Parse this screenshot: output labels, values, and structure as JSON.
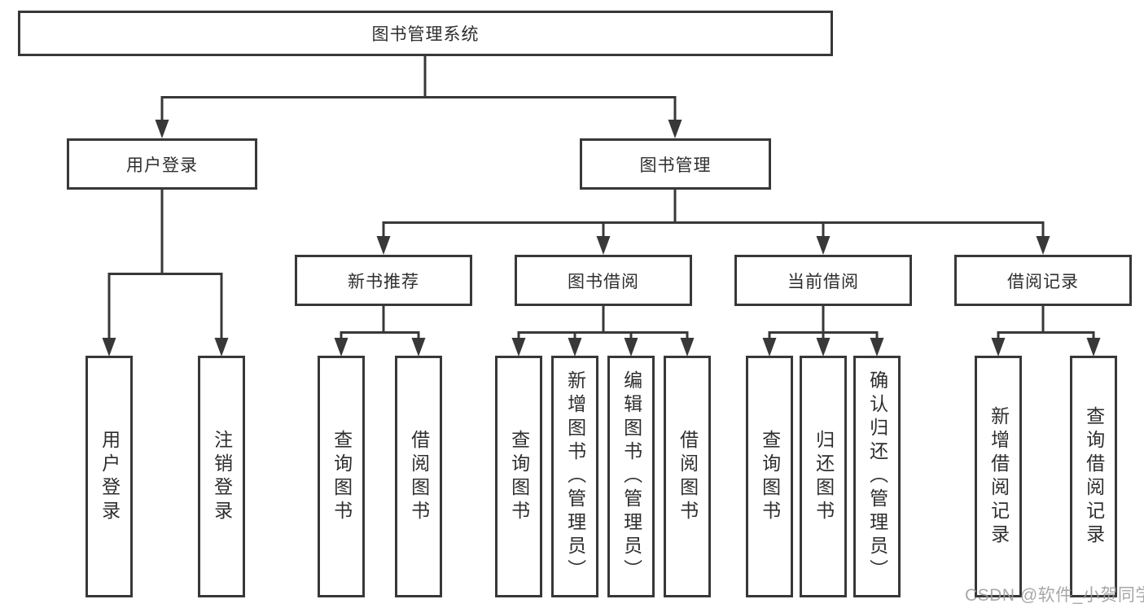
{
  "diagram": {
    "type": "hierarchy-diagram",
    "title": "图书管理系统"
  },
  "colors": {
    "background": "#ffffff",
    "line": "#383838",
    "box_border": "#383838",
    "box_fill": "#ffffff",
    "text": "#2e2e2e",
    "watermark": "#9b9b9b"
  },
  "nodes": {
    "root": {
      "label": "图书管理系统"
    },
    "user_login": {
      "label": "用户登录"
    },
    "book_mgmt": {
      "label": "图书管理"
    },
    "new_book_rec": {
      "label": "新书推荐"
    },
    "book_borrow": {
      "label": "图书借阅"
    },
    "current_borrow": {
      "label": "当前借阅"
    },
    "borrow_record": {
      "label": "借阅记录"
    },
    "leaves": {
      "a1": {
        "label": "用户登录"
      },
      "a2": {
        "label": "注销登录"
      },
      "b1": {
        "label": "查询图书"
      },
      "b2": {
        "label": "借阅图书"
      },
      "c1": {
        "label": "查询图书"
      },
      "c2": {
        "label": "新增图书（管理员）"
      },
      "c3": {
        "label": "编辑图书（管理员）"
      },
      "c4": {
        "label": "借阅图书"
      },
      "d1": {
        "label": "查询图书"
      },
      "d2": {
        "label": "归还图书"
      },
      "d3": {
        "label": "确认归还（管理员）"
      },
      "e1": {
        "label": "新增借阅记录"
      },
      "e2": {
        "label": "查询借阅记录"
      }
    }
  },
  "watermark": {
    "text": "CSDN @软件_小贺同学"
  }
}
